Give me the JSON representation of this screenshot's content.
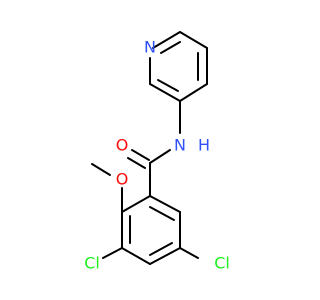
{
  "molecule": {
    "atoms": {
      "n_pyridine": {
        "label": "N",
        "color": "#3050F8"
      },
      "nh": {
        "label": "N",
        "color": "#3050F8",
        "hydrogen": "H"
      },
      "o_carbonyl": {
        "label": "O",
        "color": "#FF0D0D"
      },
      "o_methoxy": {
        "label": "O",
        "color": "#FF0D0D"
      },
      "cl_left": {
        "label": "Cl",
        "color": "#1FF01F"
      },
      "cl_right": {
        "label": "Cl",
        "color": "#1FF01F"
      }
    },
    "colors": {
      "bond": "#000000",
      "background": "#FFFFFF"
    }
  }
}
